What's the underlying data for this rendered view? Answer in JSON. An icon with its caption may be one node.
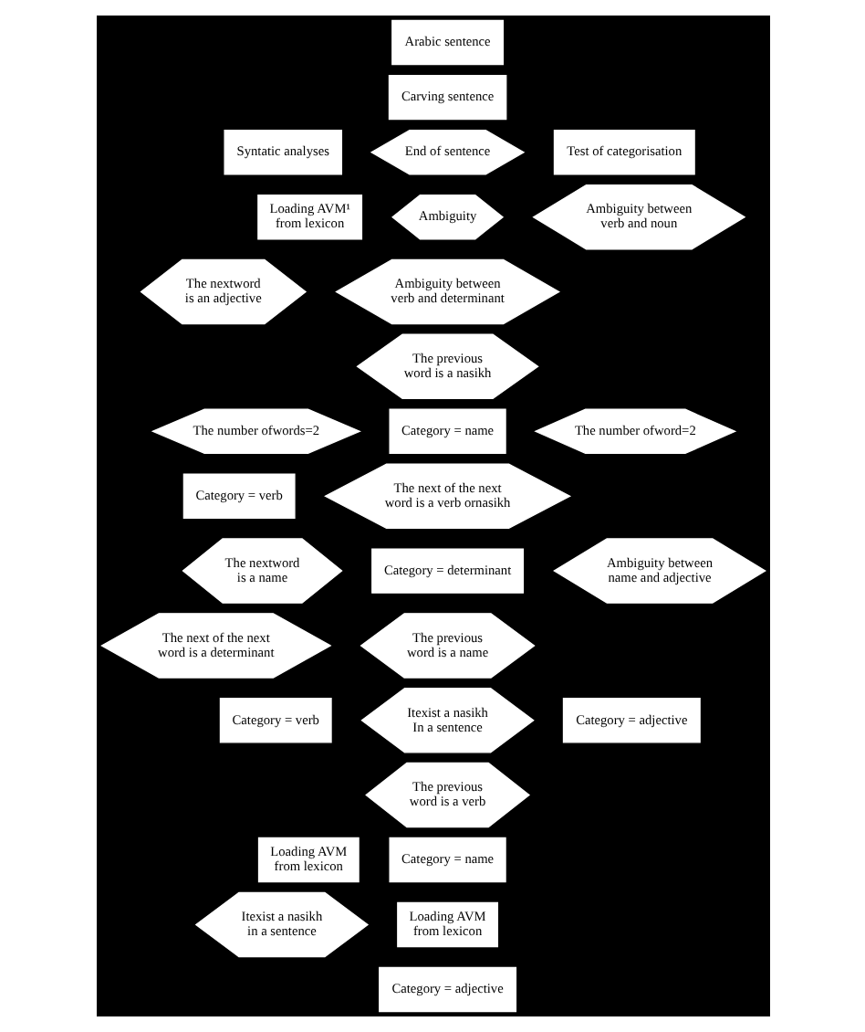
{
  "diagram": {
    "nodes": [
      {
        "text": [
          "Arabic sentence"
        ]
      },
      {
        "text": [
          "Carving sentence"
        ]
      },
      {
        "text": [
          "Syntatic analyses"
        ]
      },
      {
        "text": [
          "End of sentence"
        ]
      },
      {
        "text": [
          "Test of categorisation"
        ]
      },
      {
        "text": [
          "Loading AVM¹ from lexicon"
        ]
      },
      {
        "text": [
          "Ambiguity"
        ]
      },
      {
        "text": [
          "Ambiguity between verb and noun"
        ]
      },
      {
        "text": [
          "The nextword is an adjective"
        ]
      },
      {
        "text": [
          "Ambiguity between verb and determinant"
        ]
      },
      {
        "text": [
          "The previous word is a nasikh"
        ]
      },
      {
        "text": [
          "The number ofwords=2"
        ]
      },
      {
        "text": [
          "Category = name"
        ]
      },
      {
        "text": [
          "The number ofword=2"
        ]
      },
      {
        "text": [
          "Category = verb"
        ]
      },
      {
        "text": [
          "The next of the next word is a verb ornasikh"
        ]
      },
      {
        "text": [
          "The nextword is a name"
        ]
      },
      {
        "text": [
          "Category = determinant"
        ]
      },
      {
        "text": [
          "Ambiguity between name and adjective"
        ]
      },
      {
        "text": [
          "The next of the next word is a determinant"
        ]
      },
      {
        "text": [
          "The previous word is a name"
        ]
      },
      {
        "text": [
          "Category = verb"
        ]
      },
      {
        "text": [
          "Itexist a nasikh In a sentence"
        ]
      },
      {
        "text": [
          "Category = adjective"
        ]
      },
      {
        "text": [
          "The previous word is a verb"
        ]
      },
      {
        "text": [
          "Loading AVM from lexicon"
        ]
      },
      {
        "text": [
          "Category = name"
        ]
      },
      {
        "text": [
          "Itexist a nasikh in a sentence"
        ]
      },
      {
        "text": [
          "Loading AVM from lexicon"
        ]
      },
      {
        "text": [
          "Category = adjective"
        ]
      }
    ]
  }
}
